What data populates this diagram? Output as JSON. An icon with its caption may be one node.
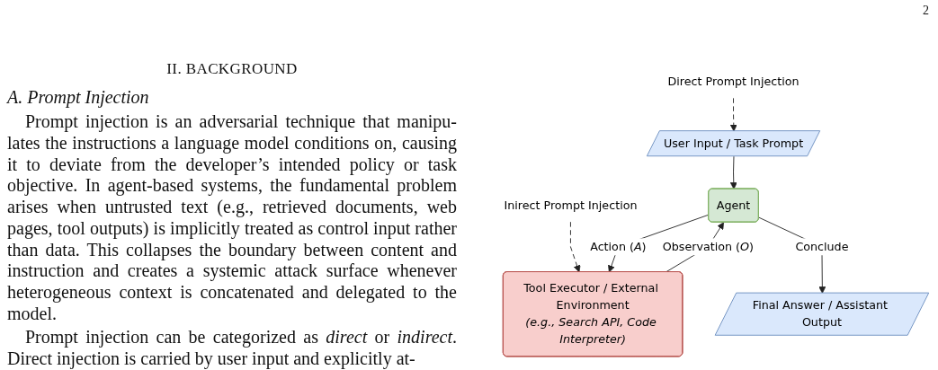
{
  "diagram": {
    "nodes": [
      {
        "text": [
          "Direct Prompt Injection"
        ]
      },
      {
        "text": [
          "User Input / Task Prompt"
        ]
      },
      {
        "text": [
          "Inirect Prompt Injection"
        ]
      },
      {
        "text": [
          "Agent"
        ]
      },
      {
        "text": [
          "Tool Executor / External Environment",
          "(e.g., Search API, Code Interpreter)"
        ]
      },
      {
        "text": [
          "Final Answer / Assistant Output"
        ]
      }
    ],
    "edges": [
      {
        "from": 0,
        "to": 1,
        "arrow": "to",
        "style": "dashed"
      },
      {
        "from": 1,
        "to": 3,
        "arrow": "to"
      },
      {
        "from": 2,
        "to": 4,
        "arrow": "to",
        "style": "dashed"
      },
      {
        "from": 3,
        "to": 4,
        "arrow": "to",
        "label": "Action (*A*)"
      },
      {
        "from": 4,
        "to": 3,
        "arrow": "to",
        "label": "Observation (*O*)"
      },
      {
        "from": 3,
        "to": 5,
        "arrow": "to",
        "label": "Conclude"
      }
    ],
    "labels": [
      "2",
      "II. BACKGROUND",
      "A. Prompt Injection",
      "Prompt injection is an adversarial technique that manipu-lates the instructions a language model conditions on, causing it to deviate from the developer’s intended policy or task objective. In agent-based systems, the fundamental problem arises when untrusted text (e.g., retrieved documents, web pages, tool outputs) is implicitly treated as control input rather than data. This collapses the boundary between content and instruction and creates a systemic attack surface whenever heterogeneous context is concatenated and delegated to the model.",
      "Prompt injection can be categorized as *direct* or *indirect*. Direct injection is carried by user input and explicitly at-"
    ]
  }
}
